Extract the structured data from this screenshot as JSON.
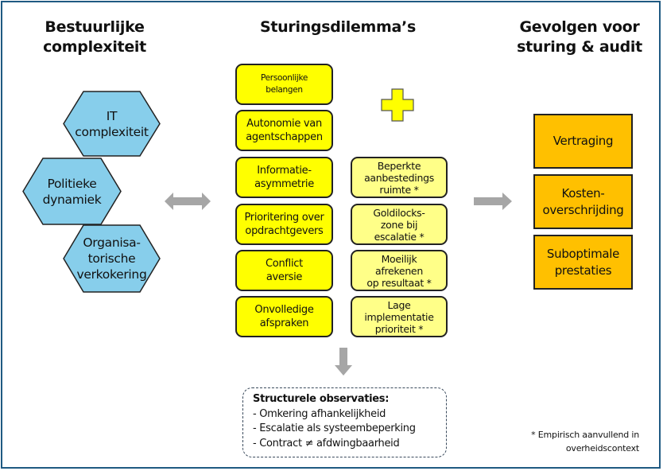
{
  "headings": {
    "left": "Bestuurlijke\ncomplexiteit",
    "center": "Sturingsdilemma’s",
    "right": "Gevolgen voor\nsturing & audit"
  },
  "complexity_factors": [
    {
      "label": "IT\ncomplexiteit"
    },
    {
      "label": "Politieke\ndynamiek"
    },
    {
      "label": "Organisa-\ntorische\nverkokering"
    }
  ],
  "dilemmas_primary": [
    {
      "label": "Persoonlijke\nbelangen"
    },
    {
      "label": "Autonomie van\nagentschappen"
    },
    {
      "label": "Informatie-\nasymmetrie"
    },
    {
      "label": "Prioritering over\nopdrachtgevers"
    },
    {
      "label": "Conflict\naversie"
    },
    {
      "label": "Onvolledige\nafspraken"
    }
  ],
  "dilemmas_additional": [
    {
      "label": "Beperkte\naanbestedings\nruimte *"
    },
    {
      "label": "Goldilocks-\nzone bij\nescalatie *"
    },
    {
      "label": "Moeilijk\nafrekenen\nop resultaat *"
    },
    {
      "label": "Lage\nimplementatie\nprioriteit *"
    }
  ],
  "consequences": [
    {
      "label": "Vertraging"
    },
    {
      "label": "Kosten-\noverschrijding"
    },
    {
      "label": "Suboptimale\nprestaties"
    }
  ],
  "observations": {
    "title": "Structurele observaties:",
    "items": [
      "- Omkering afhankelijkheid",
      "- Escalatie als systeembeperking",
      "- Contract ≠ afdwingbaarheid"
    ]
  },
  "footnote": "* Empirisch aanvullend in\noverheidscontext",
  "colors": {
    "frame": "#1f5a82",
    "hexagon": "#87ceeb",
    "dilemma_primary": "#ffff00",
    "dilemma_additional": "#ffff88",
    "consequence": "#ffc000",
    "arrow": "#a6a6a6"
  }
}
